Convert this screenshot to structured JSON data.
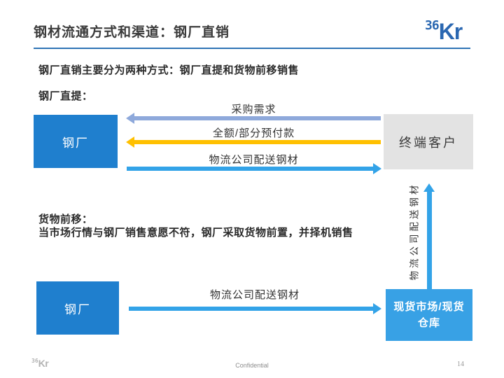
{
  "header": {
    "title": "钢材流通方式和渠道：钢厂直销",
    "logo_prefix": "36",
    "logo_mark": "Kr"
  },
  "intro": "钢厂直销主要分为两种方式：钢厂直提和货物前移销售",
  "section1": {
    "heading": "钢厂直提：",
    "left_box": "钢厂",
    "right_box": "终端客户",
    "arrows": [
      {
        "label": "采购需求",
        "direction": "left",
        "color": "#8EA9DB"
      },
      {
        "label": "全额/部分预付款",
        "direction": "left",
        "color": "#FFC000"
      },
      {
        "label": "物流公司配送钢材",
        "direction": "right",
        "color": "#33A3E8"
      }
    ]
  },
  "section2": {
    "heading": "货物前移：",
    "description": "当市场行情与钢厂销售意愿不符，钢厂采取货物前置，并择机销售",
    "left_box": "钢厂",
    "right_box": "现货市场/现货仓库",
    "h_arrow": {
      "label": "物流公司配送钢材",
      "direction": "right",
      "color": "#33A3E8"
    },
    "v_arrow": {
      "label": "物流公司配送钢材",
      "direction": "up",
      "color": "#33A3E8"
    }
  },
  "footer": {
    "logo_prefix": "36",
    "logo_mark": "Kr",
    "confidential": "Confidential",
    "page_number": "14"
  },
  "colors": {
    "accent_rule_blue": "#2E74B5",
    "logo_blue": "#2A67B1",
    "box_dark_blue": "#1F7FCE",
    "box_light_blue": "#38A1E5",
    "box_gray": "#E3E3E3",
    "arrow_periwinkle": "#8EA9DB",
    "arrow_gold": "#FFC000",
    "arrow_blue": "#33A3E8",
    "text_dark": "#3B3B3B",
    "footer_gray": "#8C8C8C"
  }
}
